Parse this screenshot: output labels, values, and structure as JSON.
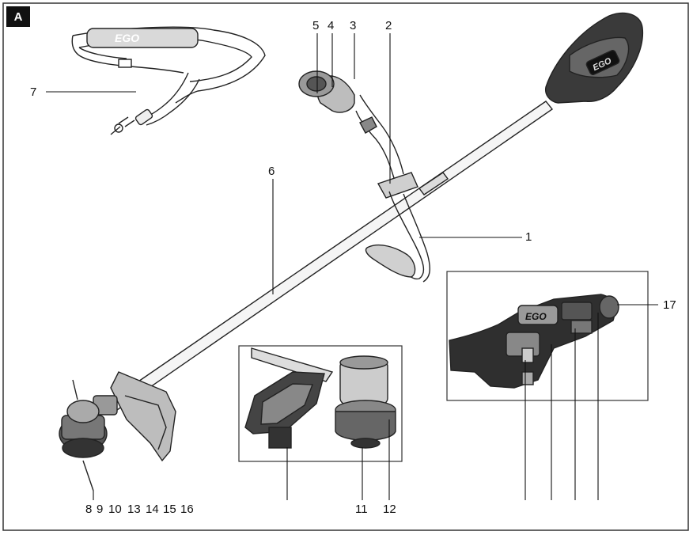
{
  "figure": {
    "tag": "A",
    "brand_strap": "EGO",
    "brand_motor": "EGO",
    "brand_switch": "EGO",
    "callouts": {
      "c1": "1",
      "c2": "2",
      "c3": "3",
      "c4": "4",
      "c5": "5",
      "c6": "6",
      "c7": "7",
      "c8": "8",
      "c9": "9",
      "c10": "10",
      "c11": "11",
      "c12": "12",
      "c13": "13",
      "c14": "14",
      "c15": "15",
      "c16": "16",
      "c17": "17"
    }
  }
}
